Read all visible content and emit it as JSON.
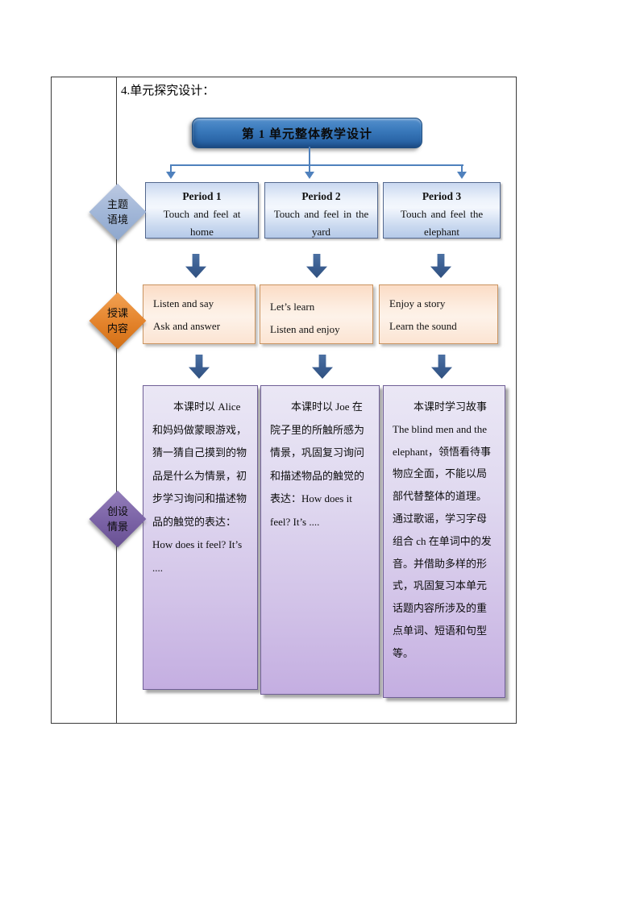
{
  "page": {
    "section_label": "4.单元探究设计："
  },
  "diagram": {
    "title": "第 1 单元整体教学设计",
    "colors": {
      "title_box_blue": "#2e6fb0",
      "connector_blue": "#4f81bd",
      "flow_arrow_navy": "#3a5d90",
      "period_box_fill": "#c6d9f1",
      "content_box_fill": "#fbe5d5",
      "description_box_fill": "#c4aee1",
      "stage_theme_fill": "#a2b7d8",
      "stage_content_fill": "#e3822a",
      "stage_scenario_fill": "#7a62a5"
    },
    "stages": [
      {
        "line1": "主题",
        "line2": "语境"
      },
      {
        "line1": "授课",
        "line2": "内容"
      },
      {
        "line1": "创设",
        "line2": "情景"
      }
    ],
    "periods": [
      {
        "title": "Period 1",
        "topic": "Touch and feel at home",
        "activities": [
          "Listen and say",
          "Ask and answer"
        ],
        "description": "本课时以 Alice 和妈妈做蒙眼游戏，猜一猜自己摸到的物品是什么为情景，初步学习询问和描述物品的触觉的表达：How does it feel? It’s ...."
      },
      {
        "title": "Period 2",
        "topic": "Touch and feel in the yard",
        "activities": [
          "Let’s learn",
          "Listen  and enjoy"
        ],
        "description": "本课时以 Joe 在院子里的所触所感为情景，巩固复习询问和描述物品的触觉的表达：How does it feel? It’s ...."
      },
      {
        "title": "Period 3",
        "topic": "Touch and feel the elephant",
        "activities": [
          "Enjoy  a story",
          "Learn the sound"
        ],
        "description": "本课时学习故事 The blind men and the elephant，领悟看待事物应全面，不能以局部代替整体的道理。通过歌谣，学习字母组合 ch 在单词中的发音。并借助多样的形式，巩固复习本单元话题内容所涉及的重点单词、短语和句型等。"
      }
    ]
  }
}
